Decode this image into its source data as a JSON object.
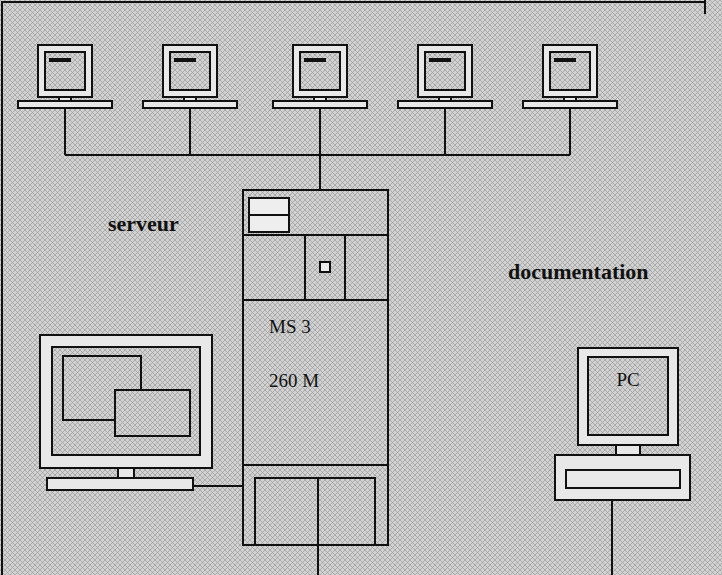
{
  "diagram": {
    "nodes": [
      {
        "text": [
          "MS 3",
          "260 M"
        ]
      },
      {
        "text": [
          "PC"
        ]
      }
    ],
    "labels": [
      "serveur",
      "documentation"
    ]
  }
}
